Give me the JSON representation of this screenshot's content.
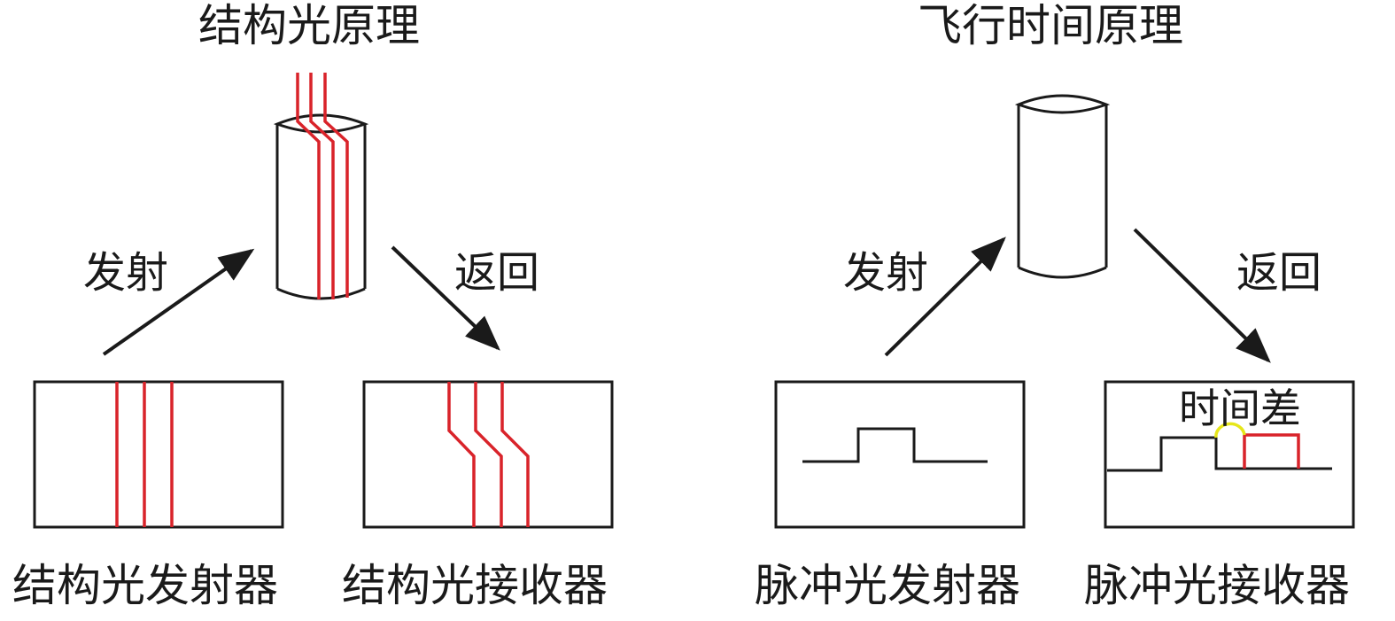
{
  "structured_light": {
    "title": "结构光原理",
    "emit_label": "发射",
    "return_label": "返回",
    "emitter_label": "结构光发射器",
    "receiver_label": "结构光接收器"
  },
  "tof": {
    "title": "飞行时间原理",
    "emit_label": "发射",
    "return_label": "返回",
    "emitter_label": "脉冲光发射器",
    "receiver_label": "脉冲光接收器",
    "time_diff_label": "时间差"
  },
  "colors": {
    "line": "#1a1a1a",
    "stripe": "#d9232a",
    "time_arc": "#e6e61a"
  }
}
